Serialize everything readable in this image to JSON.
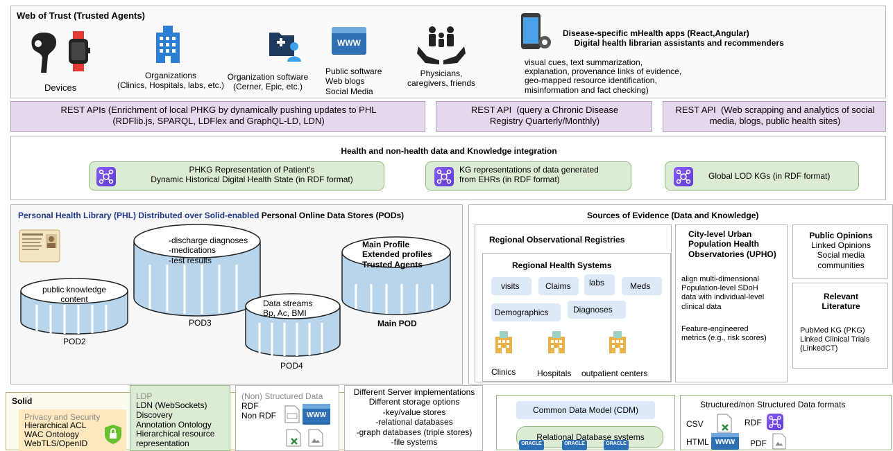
{
  "web_of_trust": {
    "title": "Web of Trust (Trusted Agents)",
    "devices": "Devices",
    "organizations": "Organizations\n(Clinics, Hospitals, labs, etc.)",
    "org_software": "Organization software\n(Cerner, Epic, etc.)",
    "public_software": "Public software\nWeb blogs\nSocial Media",
    "physicians": "Physicians,\ncaregivers, friends",
    "mhealth": "Disease-specific mHealth apps (React,Angular)\n     Digital health librarian assistants and recommenders",
    "features": "visual cues, text summarization,\nexplanation, provenance links of evidence,\ngeo-mapped resource identification,\nmisinformation and fact checking)",
    "www_label": "WWW"
  },
  "apis": [
    "REST APIs (Enrichment of local PHKG by dynamically pushing updates to PHL\n(RDFlib.js, SPARQL, LDFlex and GraphQL-LD, LDN)",
    "REST API  (query a Chronic Disease\nRegistry Quarterly/Monthly)",
    "REST API  (Web scrapping and analytics of social\nmedia, blogs, public health sites)"
  ],
  "integration": {
    "title": "Health and non-health data and Knowledge integration",
    "kg1": "PHKG Representation of Patient's\nDynamic Historical Digital Health State (in RDF format)",
    "kg2": "KG representations of data generated\nfrom EHRs (in RDF format)",
    "kg3": "Global LOD KGs (in RDF format)"
  },
  "phl": {
    "title_part1": "Personal Health Library (PHL) Distributed over Solid-enabled ",
    "title_part2": "Personal Online Data Stores (PODs)",
    "pod2_content": "public knowledge\ncontent",
    "pod2": "POD2",
    "pod3_content": "-discharge diagnoses\n-medications\n-test results",
    "pod3": "POD3",
    "pod4_content": "Data streams\nBp, Ac, BMI",
    "pod4": "POD4",
    "main_content": "Main Profile\nExtended profiles\nTrusted Agents",
    "main": "Main POD"
  },
  "sources": {
    "title": "Sources of Evidence (Data and Knowledge)",
    "regional_registries": "Regional Observational Registries",
    "regional_health": "Regional Health Systems",
    "tags": [
      "visits",
      "Claims",
      "labs",
      "Meds",
      "Demographics",
      "Diagnoses"
    ],
    "clinics": "Clinics",
    "hospitals": "Hospitals",
    "outpatient": "outpatient centers",
    "upho_title": "City-level Urban\nPopulation Health\nObservatories (UPHO)",
    "upho_text1": "align multi-dimensional\nPopulation-level SDoH\ndata with individual-level\nclinical data",
    "upho_text2": "Feature-engineered\nmetrics (e.g., risk scores)",
    "opinions_title": "Public Opinions",
    "opinions_text": "Linked Opinions\nSocial media\ncommunities",
    "literature_title": "Relevant\nLiterature",
    "literature_text": "PubMed KG (PKG)\nLinked Clinical Trials\n(LinkedCT)"
  },
  "solid": {
    "title": "Solid",
    "privacy_title": "Privacy and Security",
    "privacy_items": "Hierarchical ACL\nWAC Ontology\nWebTLS/OpenID",
    "ldp_title": "LDP",
    "ldp_items": "LDN (WebSockets)\nDiscovery\nAnnotation Ontology\nHierarchical resource\nrepresentation",
    "structured_title": "(Non) Structured Data",
    "structured_items": "RDF\nNon RDF",
    "server": "Different Server implementations\nDifferent storage options\n-key/value stores\n-relational databases\n-graph databases (triple stores)\n-file systems"
  },
  "cdm": {
    "title": "Common Data Model  (CDM)",
    "rdb": "Relational Database systems",
    "oracle": "ORACLE"
  },
  "formats": {
    "title": "Structured/non Structured  Data formats",
    "csv": "CSV",
    "rdf": "RDF",
    "html": "HTML",
    "pdf": "PDF",
    "pdf_icon": "PDF",
    "www": "WWW"
  }
}
